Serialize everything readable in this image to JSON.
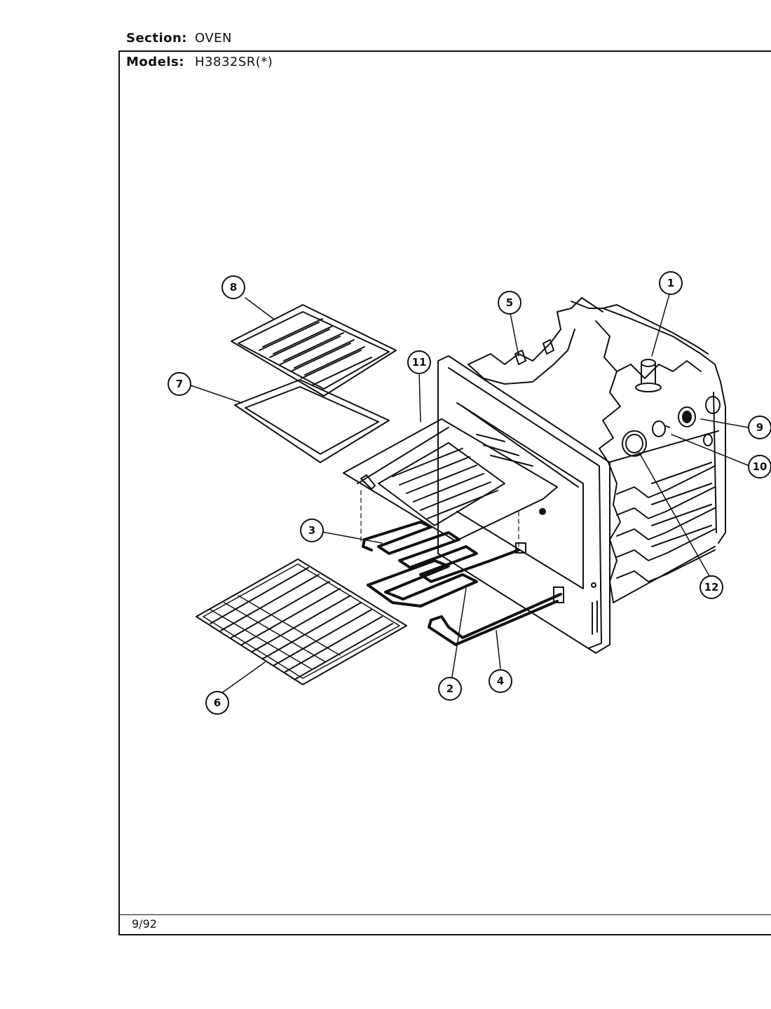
{
  "header": {
    "section_label": "Section:",
    "section_value": "OVEN",
    "models_label": "Models:",
    "models_value": "H3832SR(*)"
  },
  "footer": {
    "date": "9/92"
  },
  "callouts": [
    {
      "id": "1",
      "name": "callout-1"
    },
    {
      "id": "2",
      "name": "callout-2"
    },
    {
      "id": "3",
      "name": "callout-3"
    },
    {
      "id": "4",
      "name": "callout-4"
    },
    {
      "id": "5",
      "name": "callout-5"
    },
    {
      "id": "6",
      "name": "callout-6"
    },
    {
      "id": "7",
      "name": "callout-7"
    },
    {
      "id": "8",
      "name": "callout-8"
    },
    {
      "id": "9",
      "name": "callout-9"
    },
    {
      "id": "10",
      "name": "callout-10"
    },
    {
      "id": "11",
      "name": "callout-11"
    },
    {
      "id": "12",
      "name": "callout-12"
    }
  ]
}
